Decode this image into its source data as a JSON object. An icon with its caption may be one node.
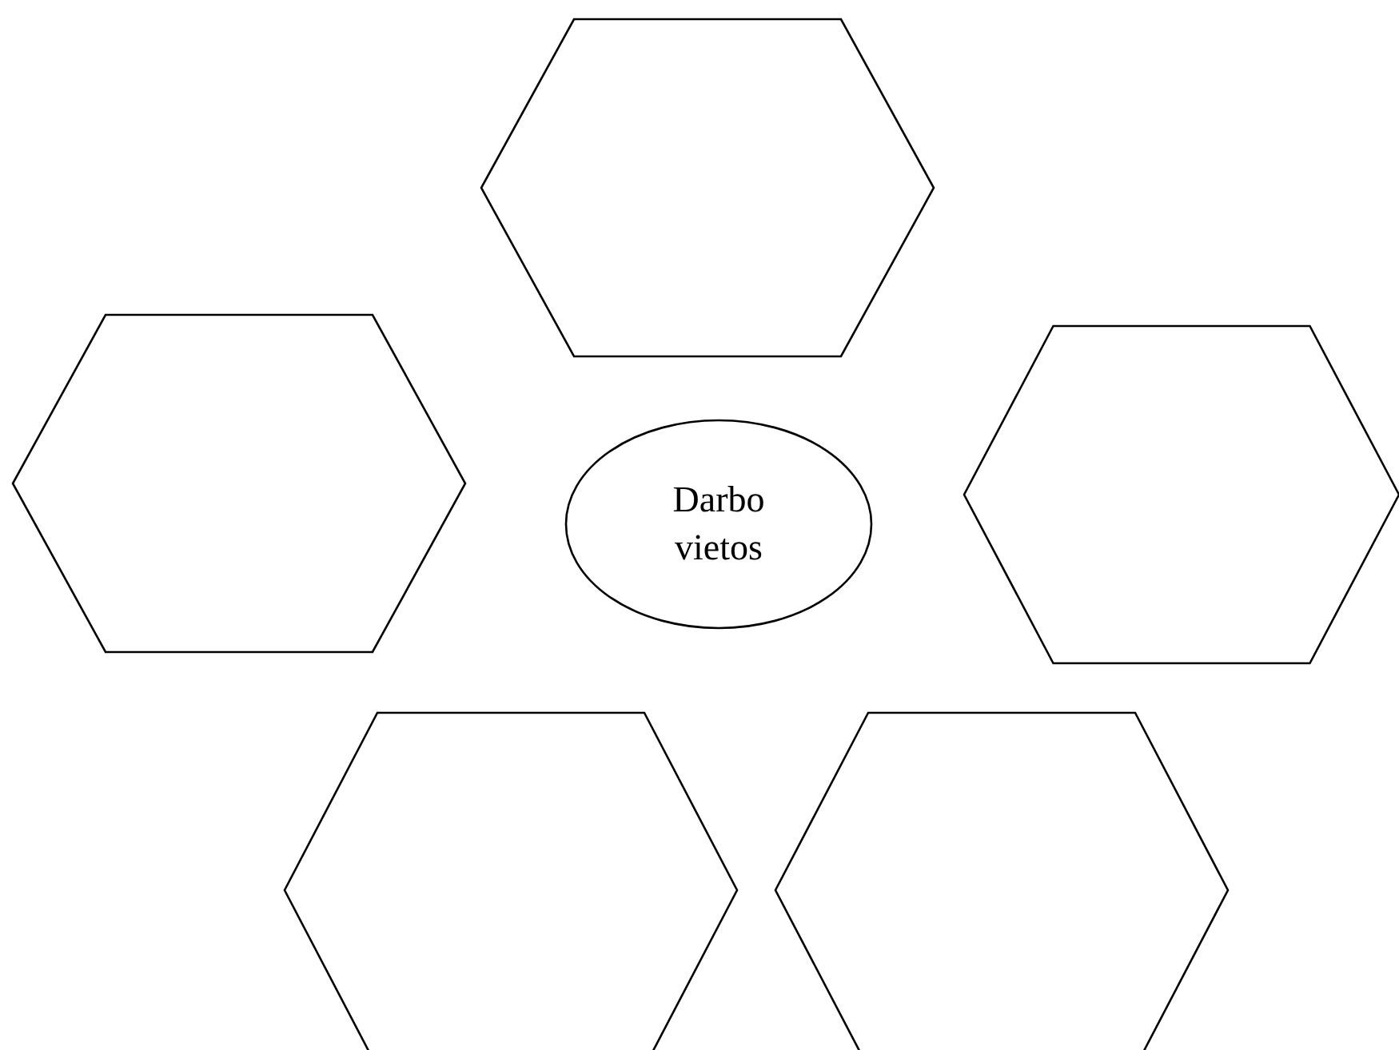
{
  "diagram": {
    "nodes": [
      {
        "text": [],
        "shape": "hexagon"
      },
      {
        "text": [],
        "shape": "hexagon"
      },
      {
        "text": [
          "Darbo vietos"
        ]
      },
      {
        "text": [],
        "shape": "hexagon"
      },
      {
        "text": [],
        "shape": "hexagon"
      },
      {
        "text": [],
        "shape": "hexagon"
      }
    ]
  }
}
